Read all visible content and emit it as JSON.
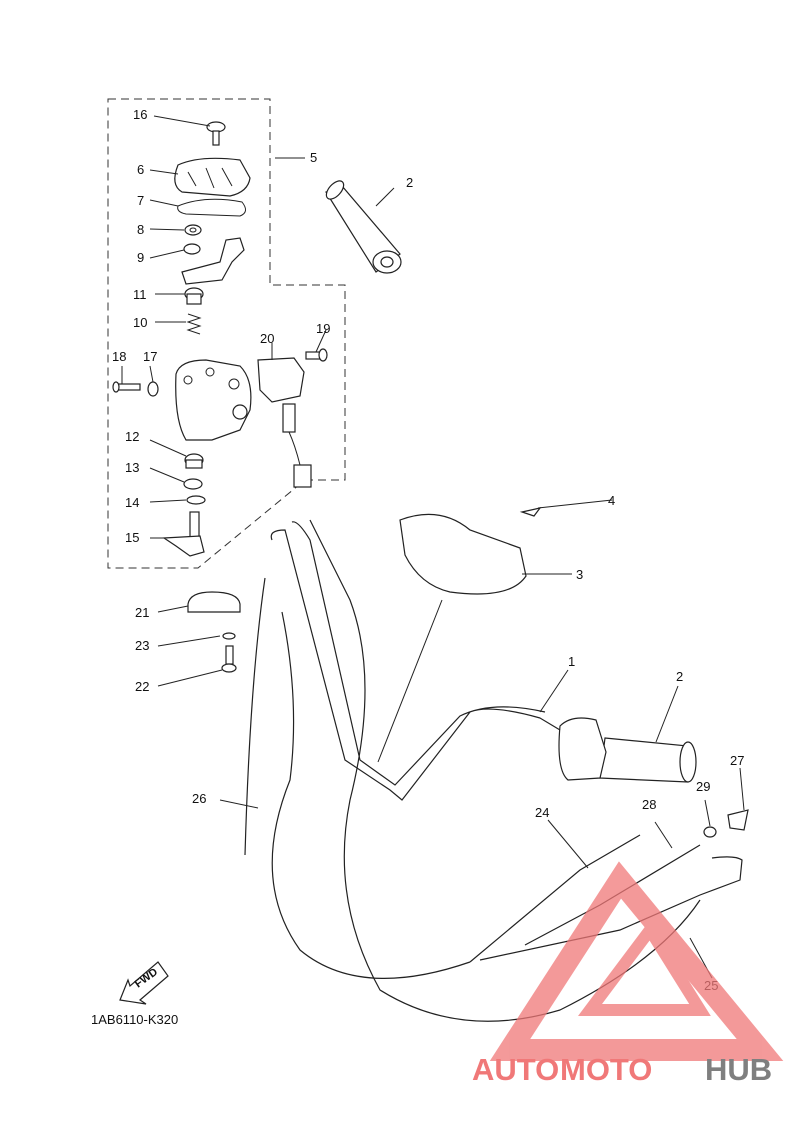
{
  "diagram": {
    "drawing_code": "1AB6110-K320",
    "forward_arrow_label": "FWD",
    "callouts": {
      "c1": "1",
      "c2a": "2",
      "c2b": "2",
      "c3": "3",
      "c4": "4",
      "c5": "5",
      "c6": "6",
      "c7": "7",
      "c8": "8",
      "c9": "9",
      "c10": "10",
      "c11": "11",
      "c12": "12",
      "c13": "13",
      "c14": "14",
      "c15": "15",
      "c16": "16",
      "c17": "17",
      "c18": "18",
      "c19": "19",
      "c20": "20",
      "c21": "21",
      "c22": "22",
      "c23": "23",
      "c24": "24",
      "c25": "25",
      "c26": "26",
      "c27": "27",
      "c28": "28",
      "c29": "29"
    }
  },
  "watermark": {
    "part1": "AUTO",
    "part2": "MOTO",
    "part3": "HUB",
    "colors": {
      "red": "#f07878",
      "dark": "#7f7f7f"
    }
  }
}
